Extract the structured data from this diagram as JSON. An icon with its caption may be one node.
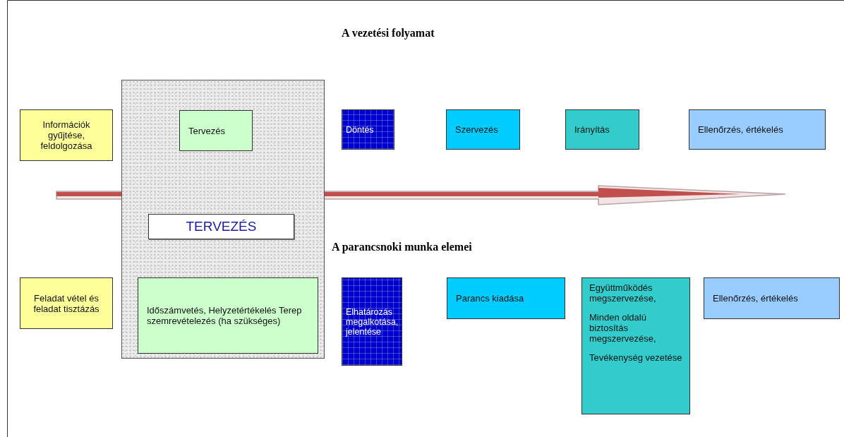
{
  "diagram": {
    "title": "A vezetési folyamat",
    "nodes": [
      {
        "text": [
          "Információk gyűjtése, feldolgozása"
        ]
      },
      {
        "text": [],
        "shape": "box"
      },
      {
        "text": [
          "Tervezés"
        ],
        "in": 1
      },
      {
        "text": [
          "Döntés"
        ]
      },
      {
        "text": [
          "Szervezés"
        ]
      },
      {
        "text": [
          "Irányítás"
        ]
      },
      {
        "text": [
          "Ellenőrzés, értékelés"
        ]
      },
      {
        "text": [
          "TERVEZÉS"
        ],
        "in": 1
      },
      {
        "text": [
          "Feladat vétel és feladat tisztázás"
        ]
      },
      {
        "text": [
          "Időszámvetés, Helyzetértékelés Terep szemrevételezés (ha szükséges)"
        ],
        "in": 1
      },
      {
        "text": [
          "Elhatározás megalkotása, jelentése"
        ]
      },
      {
        "text": [
          "Parancs kiadása"
        ]
      },
      {
        "text": [
          "Együttműködés megszervezése,",
          "Minden oldalú biztosítás megszervezése,",
          "Tevékenység vezetése"
        ]
      },
      {
        "text": [
          "Ellenőrzés, értékelés"
        ]
      }
    ],
    "labels": [
      "A parancsnoki munka elemei"
    ]
  }
}
